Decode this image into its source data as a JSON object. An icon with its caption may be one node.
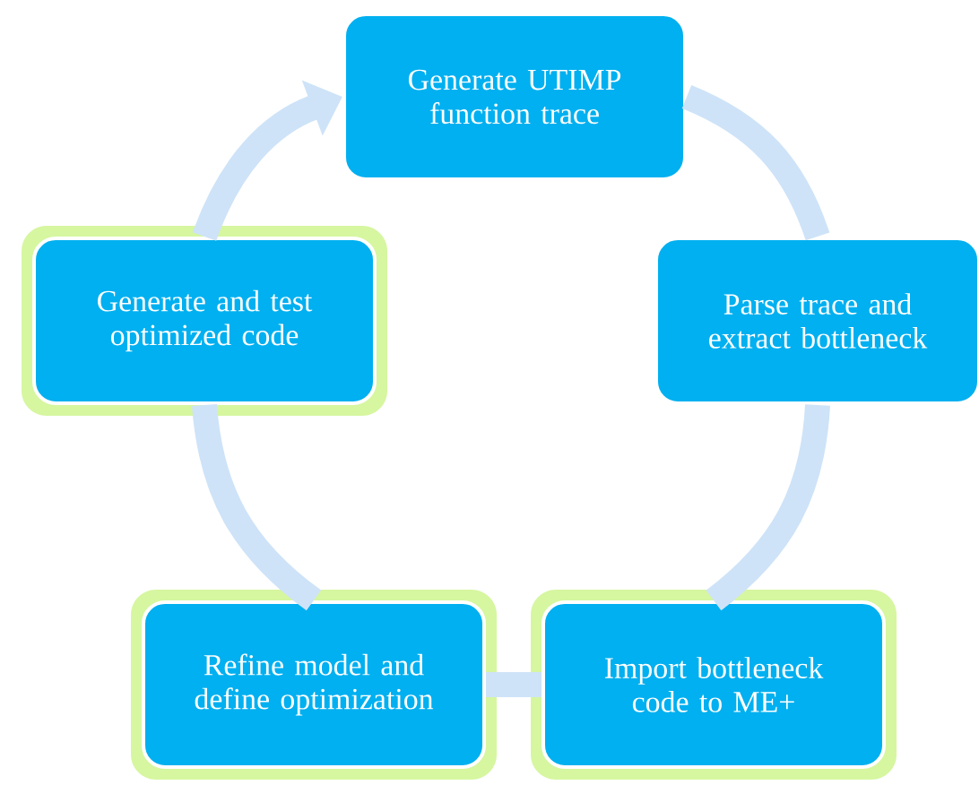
{
  "diagram": {
    "nodes": [
      {
        "text": [
          "Generate UTIMP function trace"
        ]
      },
      {
        "text": [
          "Parse trace and extract bottleneck"
        ]
      },
      {
        "text": [
          "Import bottleneck code to ME+"
        ]
      },
      {
        "text": [
          "Refine model and define optimization"
        ]
      },
      {
        "text": [
          "Generate and test optimized code"
        ]
      }
    ],
    "edges": [
      {
        "from": 0,
        "to": 1,
        "arrow": "none"
      },
      {
        "from": 1,
        "to": 2,
        "arrow": "none"
      },
      {
        "from": 2,
        "to": 3,
        "arrow": "none"
      },
      {
        "from": 3,
        "to": 4,
        "arrow": "none"
      },
      {
        "from": 4,
        "to": 0,
        "arrow": "to"
      }
    ]
  }
}
